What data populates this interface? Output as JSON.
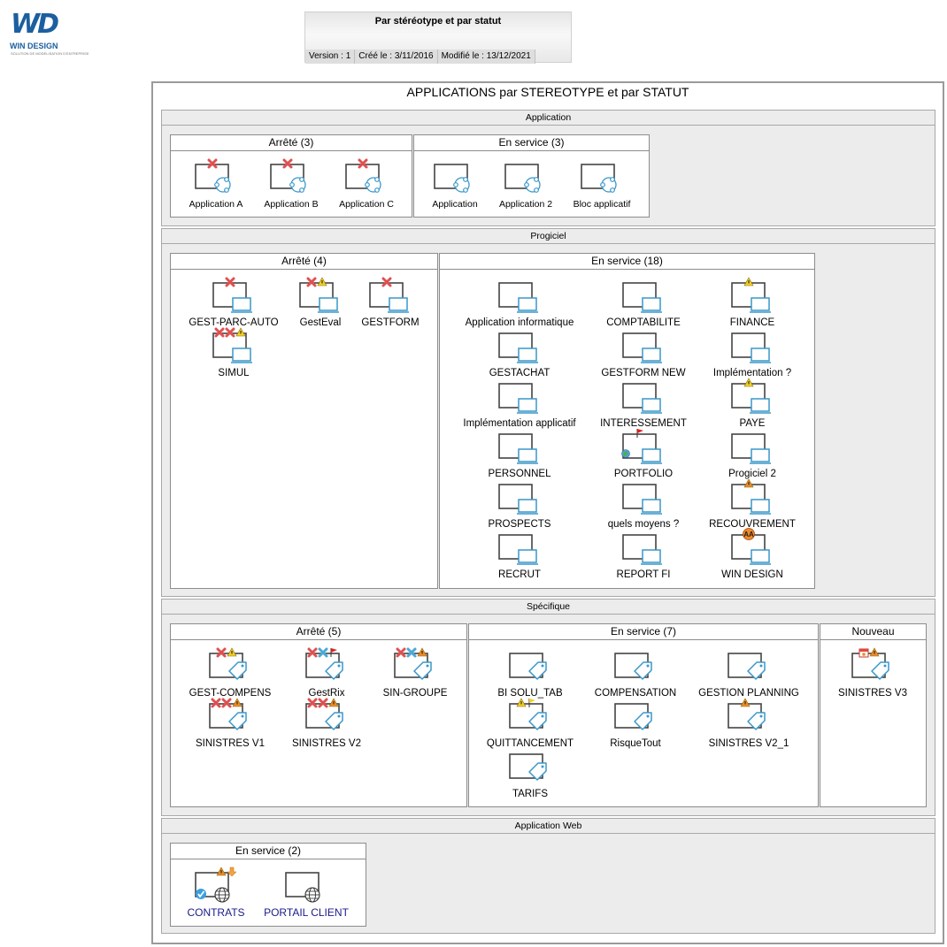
{
  "logo": {
    "mark": "WD",
    "brand": "WIN DESIGN",
    "tagline": "SOLUTION DE MODÉLISATION D'ENTREPRISE"
  },
  "header": {
    "title": "Par stéréotype et par statut",
    "version": "Version : 1",
    "created": "Créé le : 3/11/2016",
    "modified": "Modifié le : 13/12/2021"
  },
  "diagram": {
    "title": "APPLICATIONS par STEREOTYPE et par STATUT",
    "bands": [
      {
        "title": "Application",
        "groups": [
          {
            "title": "Arrêté (3)",
            "items": [
              {
                "label": "Application A",
                "icon": "app",
                "badges": [
                  "cross"
                ]
              },
              {
                "label": "Application B",
                "icon": "app",
                "badges": [
                  "cross"
                ]
              },
              {
                "label": "Application C",
                "icon": "app",
                "badges": [
                  "cross"
                ]
              }
            ]
          },
          {
            "title": "En service (3)",
            "items": [
              {
                "label": "Application",
                "icon": "app",
                "badges": []
              },
              {
                "label": "Application 2",
                "icon": "app",
                "badges": []
              },
              {
                "label": "Bloc applicatif",
                "icon": "app",
                "badges": []
              }
            ]
          }
        ]
      },
      {
        "title": "Progiciel",
        "groups": [
          {
            "title": "Arrêté (4)",
            "items": [
              {
                "label": "GEST-PARC-AUTO",
                "icon": "pc",
                "badges": [
                  "cross"
                ]
              },
              {
                "label": "GestEval",
                "icon": "pc",
                "badges": [
                  "cross",
                  "warn"
                ]
              },
              {
                "label": "GESTFORM",
                "icon": "pc",
                "badges": [
                  "cross"
                ]
              },
              {
                "label": "SIMUL",
                "icon": "pc",
                "badges": [
                  "cross",
                  "cross",
                  "warn"
                ]
              }
            ]
          },
          {
            "title": "En service (18)",
            "items": [
              {
                "label": "Application informatique",
                "icon": "pc",
                "badges": []
              },
              {
                "label": "COMPTABILITE",
                "icon": "pc",
                "badges": []
              },
              {
                "label": "FINANCE",
                "icon": "pc",
                "badges": [
                  "warn"
                ]
              },
              {
                "label": "GESTACHAT",
                "icon": "pc",
                "badges": []
              },
              {
                "label": "GESTFORM NEW",
                "icon": "pc",
                "badges": []
              },
              {
                "label": "Implémentation ?",
                "icon": "pc",
                "badges": []
              },
              {
                "label": "Implémentation applicatif",
                "icon": "pc",
                "badges": []
              },
              {
                "label": "INTERESSEMENT",
                "icon": "pc",
                "badges": []
              },
              {
                "label": "PAYE",
                "icon": "pc",
                "badges": [
                  "warn"
                ]
              },
              {
                "label": "PERSONNEL",
                "icon": "pc",
                "badges": []
              },
              {
                "label": "PORTFOLIO",
                "icon": "pc",
                "badges": [
                  "flag",
                  "globe-small"
                ]
              },
              {
                "label": "Progiciel 2",
                "icon": "pc",
                "badges": []
              },
              {
                "label": "PROSPECTS",
                "icon": "pc",
                "badges": []
              },
              {
                "label": "quels moyens ?",
                "icon": "pc",
                "badges": []
              },
              {
                "label": "RECOUVREMENT",
                "icon": "pc",
                "badges": [
                  "orange-warn"
                ]
              },
              {
                "label": "RECRUT",
                "icon": "pc",
                "badges": []
              },
              {
                "label": "REPORT FI",
                "icon": "pc",
                "badges": []
              },
              {
                "label": "WIN DESIGN",
                "icon": "pc",
                "badges": [
                  "aa"
                ]
              }
            ]
          }
        ]
      },
      {
        "title": "Spécifique",
        "groups": [
          {
            "title": "Arrêté (5)",
            "items": [
              {
                "label": "GEST-COMPENS",
                "icon": "tag",
                "badges": [
                  "cross",
                  "warn"
                ]
              },
              {
                "label": "GestRix",
                "icon": "tag",
                "badges": [
                  "cross",
                  "bluecross",
                  "flag"
                ]
              },
              {
                "label": "SIN-GROUPE",
                "icon": "tag",
                "badges": [
                  "cross",
                  "bluecross",
                  "orange-warn"
                ]
              },
              {
                "label": "SINISTRES V1",
                "icon": "tag",
                "badges": [
                  "cross",
                  "cross",
                  "orange-warn"
                ]
              },
              {
                "label": "SINISTRES V2",
                "icon": "tag",
                "badges": [
                  "cross",
                  "cross",
                  "orange-warn"
                ]
              }
            ]
          },
          {
            "title": "En service (7)",
            "items": [
              {
                "label": "BI SOLU_TAB",
                "icon": "tag",
                "badges": []
              },
              {
                "label": "COMPENSATION",
                "icon": "tag",
                "badges": []
              },
              {
                "label": "GESTION PLANNING",
                "icon": "tag",
                "badges": []
              },
              {
                "label": "QUITTANCEMENT",
                "icon": "tag",
                "badges": [
                  "warn",
                  "yflag"
                ]
              },
              {
                "label": "RisqueTout",
                "icon": "tag",
                "badges": []
              },
              {
                "label": "SINISTRES V2_1",
                "icon": "tag",
                "badges": [
                  "orange-warn"
                ]
              },
              {
                "label": "TARIFS",
                "icon": "tag",
                "badges": []
              }
            ]
          },
          {
            "title": "Nouveau",
            "items": [
              {
                "label": "SINISTRES V3",
                "icon": "tag",
                "badges": [
                  "calendar",
                  "orange-warn"
                ]
              }
            ]
          }
        ]
      },
      {
        "title": "Application Web",
        "groups": [
          {
            "title": "En service (2)",
            "items": [
              {
                "label": "CONTRATS",
                "icon": "web",
                "badges": [
                  "orange-warn",
                  "down-arrow",
                  "check"
                ]
              },
              {
                "label": "PORTAIL CLIENT",
                "icon": "web",
                "badges": []
              }
            ]
          }
        ]
      }
    ]
  },
  "colors": {
    "cross": "#e05050",
    "warn": "#f2d028",
    "orange": "#f08a2a",
    "device": "#3a97c9",
    "border": "#9a9a9a"
  },
  "icon_names": {
    "app": "application-node-icon",
    "pc": "monitor-icon",
    "tag": "tag-icon",
    "web": "globe-icon",
    "cross": "stopped-cross-icon",
    "warn": "warning-icon",
    "orange-warn": "orange-warning-icon",
    "flag": "red-flag-icon",
    "yflag": "yellow-flag-icon",
    "bluecross": "blue-cross-icon",
    "aa": "aa-badge-icon",
    "calendar": "calendar-icon",
    "check": "check-icon",
    "down-arrow": "down-arrow-icon",
    "globe-small": "globe-small-icon"
  }
}
